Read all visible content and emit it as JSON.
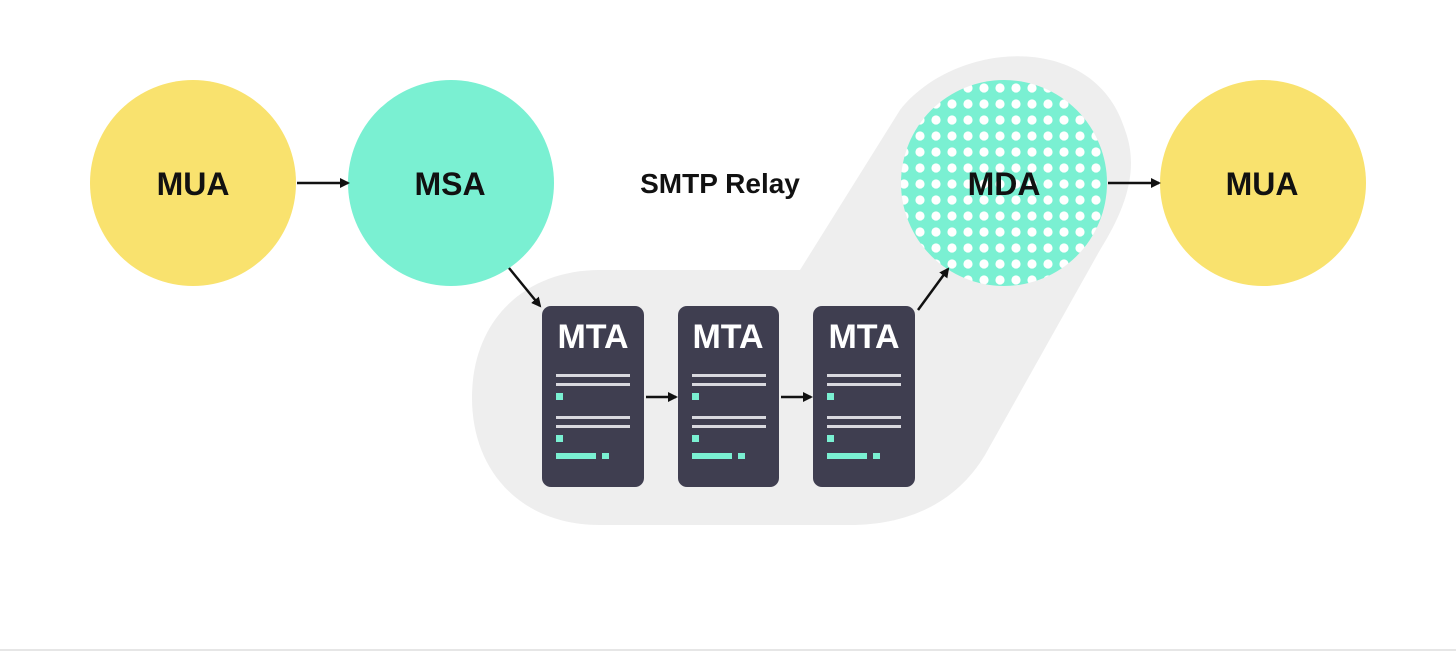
{
  "colors": {
    "mua": "#f9e26e",
    "msa": "#7af0d2",
    "mda_dots": "#7af0d2",
    "relay_bg": "#eeeeee",
    "server": "#3f3e50",
    "server_line": "#d9d9df",
    "server_accent": "#7af0d2",
    "arrow": "#111111"
  },
  "nodes": {
    "mua_left": {
      "label": "MUA"
    },
    "msa": {
      "label": "MSA"
    },
    "relay": {
      "label": "SMTP Relay"
    },
    "mta_1": {
      "label": "MTA"
    },
    "mta_2": {
      "label": "MTA"
    },
    "mta_3": {
      "label": "MTA"
    },
    "mda": {
      "label": "MDA"
    },
    "mua_right": {
      "label": "MUA"
    }
  }
}
